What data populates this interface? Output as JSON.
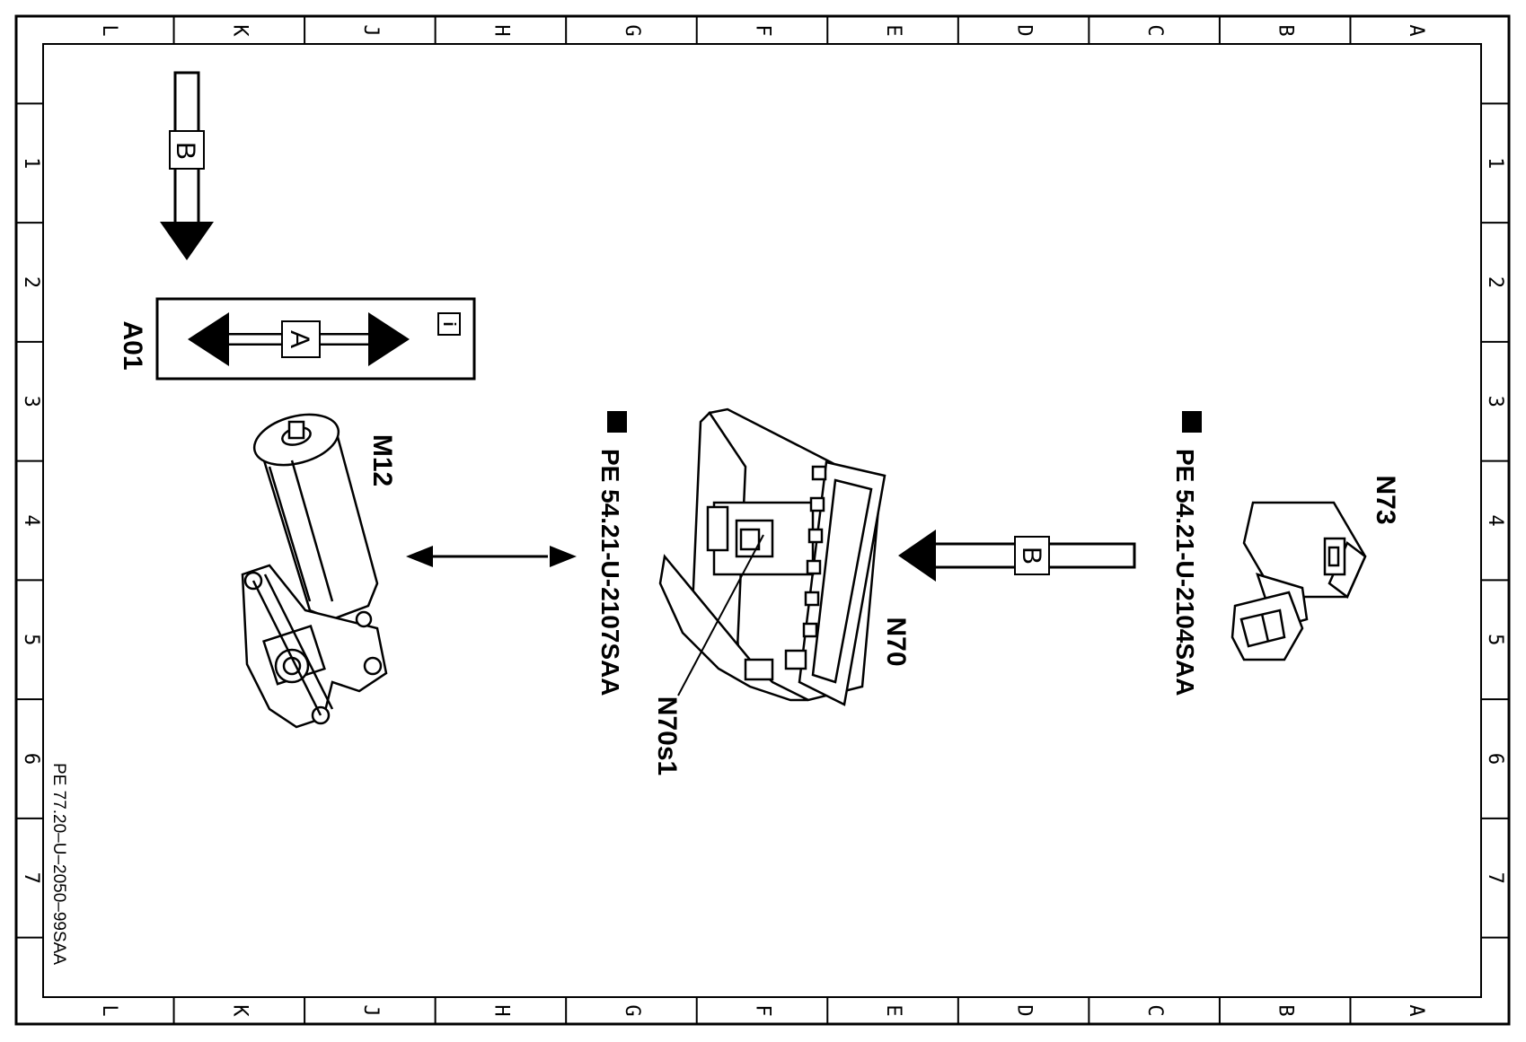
{
  "frame": {
    "column_labels": [
      "L",
      "K",
      "J",
      "H",
      "G",
      "F",
      "E",
      "D",
      "C",
      "B",
      "A"
    ],
    "row_labels": [
      "1",
      "2",
      "3",
      "4",
      "5",
      "6",
      "7"
    ]
  },
  "document_number": "PE 77.20–U–2050–99SAA",
  "components": {
    "a01": {
      "label": "A01",
      "arrow_label": "A",
      "info_icon": "i"
    },
    "view_arrow_top": {
      "label": "B"
    },
    "view_arrow_right": {
      "label": "B"
    },
    "m12": {
      "label": "M12"
    },
    "n70": {
      "label": "N70"
    },
    "n70s1": {
      "label": "N70s1"
    },
    "n73": {
      "label": "N73"
    }
  },
  "references": {
    "ref_left": {
      "icon": "pointing-hand-icon",
      "text": "PE 54.21-U-2107SAA"
    },
    "ref_right": {
      "icon": "pointing-hand-icon",
      "text": "PE 54.21-U-2104SAA"
    }
  }
}
